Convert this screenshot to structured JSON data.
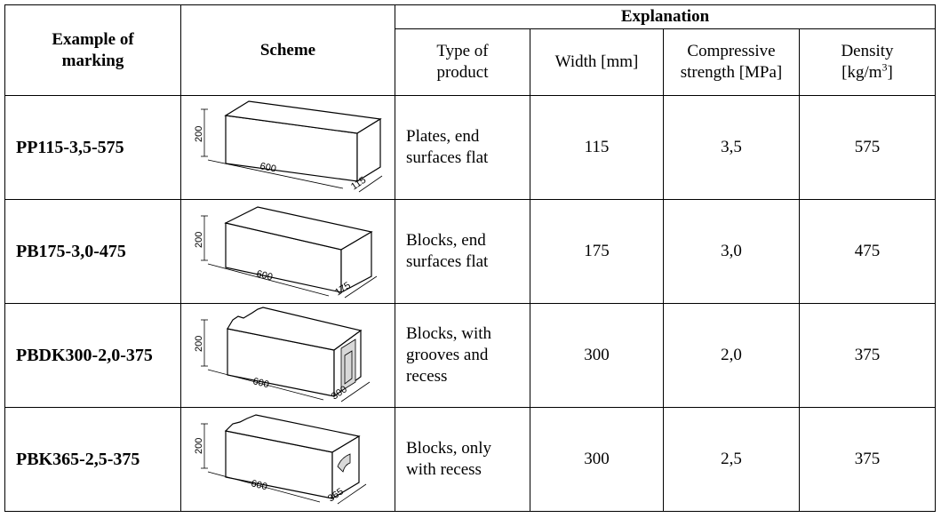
{
  "headers": {
    "marking": "Example of marking",
    "scheme": "Scheme",
    "explanation": "Explanation",
    "type": "Type of product",
    "width": "Width [mm]",
    "strength": "Compressive strength [MPa]",
    "density_main": "Density",
    "density_unit": "[kg/m",
    "density_sup": "3",
    "density_close": "]"
  },
  "rows": [
    {
      "marking": "PP115-3,5-575",
      "type": "Plates, end surfaces flat",
      "width": "115",
      "strength": "3,5",
      "density": "575",
      "dim_h": "200",
      "dim_l": "600",
      "dim_w": "115",
      "shape": "plain-icon"
    },
    {
      "marking": "PB175-3,0-475",
      "type": "Blocks, end surfaces flat",
      "width": "175",
      "strength": "3,0",
      "density": "475",
      "dim_h": "200",
      "dim_l": "600",
      "dim_w": "175",
      "shape": "plain-icon"
    },
    {
      "marking": "PBDK300-2,0-375",
      "type": "Blocks, with grooves and recess",
      "width": "300",
      "strength": "2,0",
      "density": "375",
      "dim_h": "200",
      "dim_l": "600",
      "dim_w": "300",
      "shape": "grooved-recess-icon"
    },
    {
      "marking": "PBK365-2,5-375",
      "type": "Blocks, only with recess",
      "width": "300",
      "strength": "2,5",
      "density": "375",
      "dim_h": "200",
      "dim_l": "600",
      "dim_w": "365",
      "shape": "recess-icon"
    }
  ]
}
